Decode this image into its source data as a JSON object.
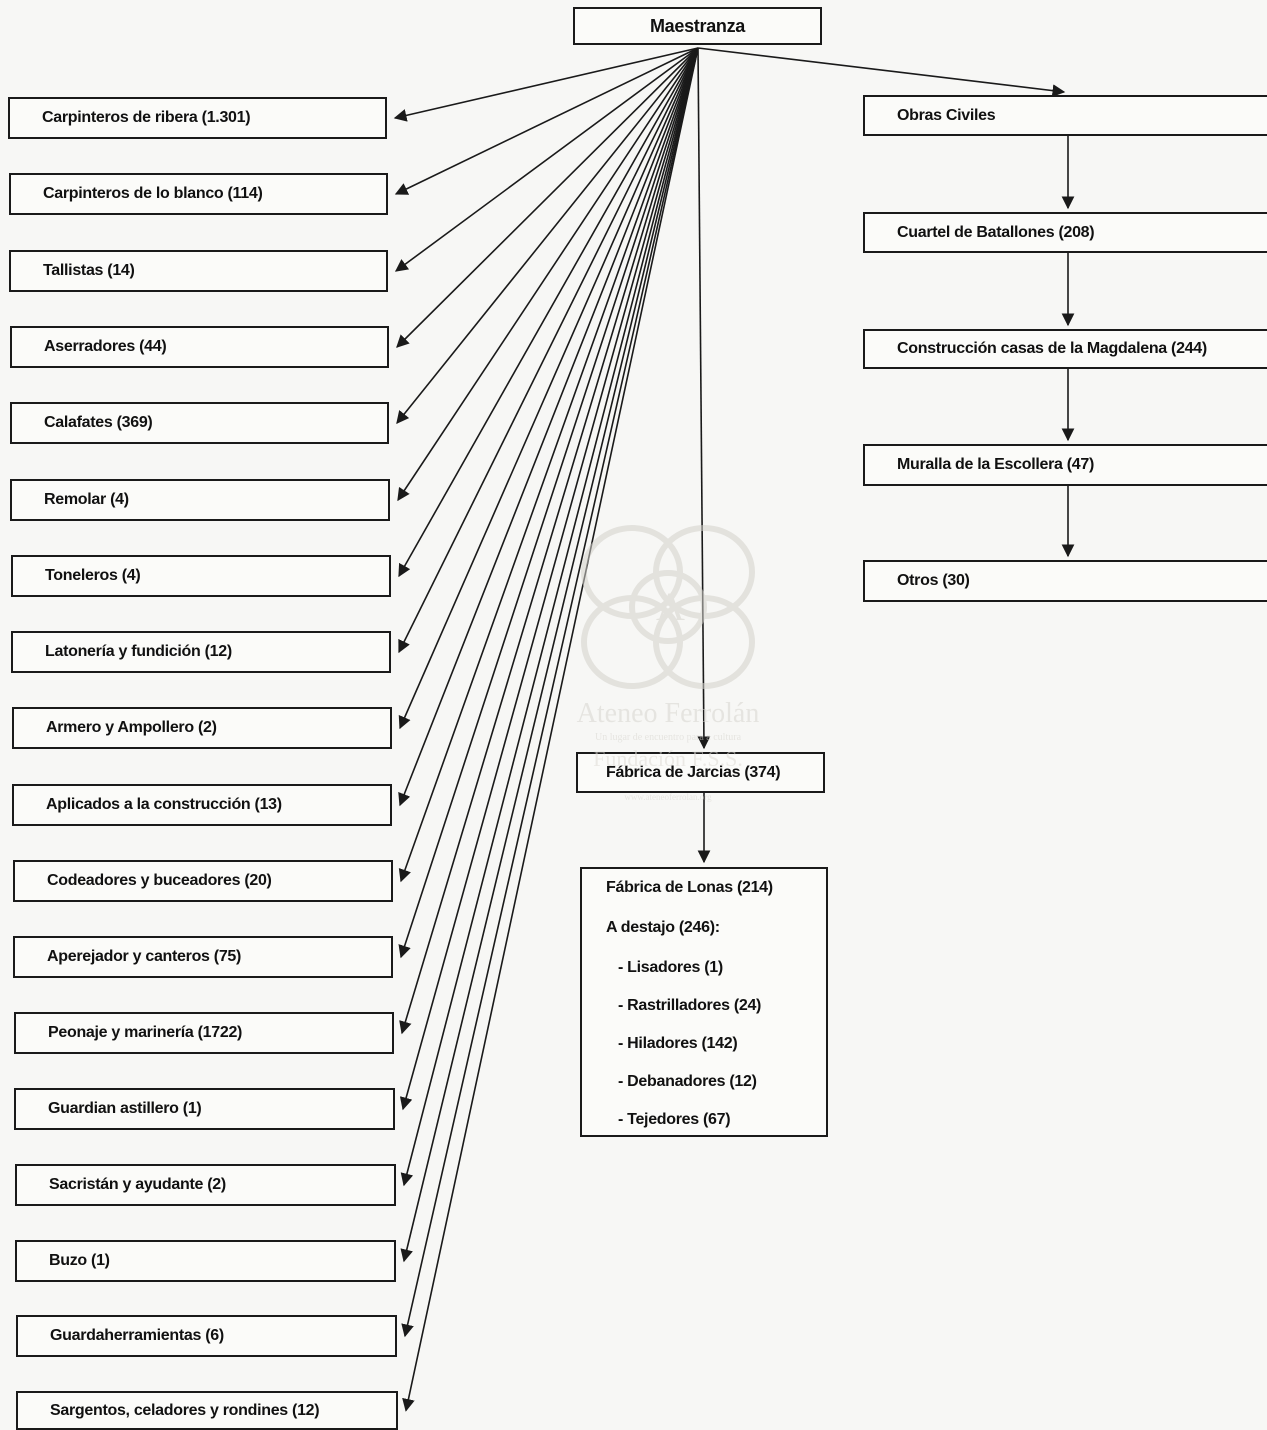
{
  "root": {
    "label": "Maestranza"
  },
  "left_items": [
    {
      "label": "Carpinteros de ribera (1.301)"
    },
    {
      "label": "Carpinteros de lo blanco (114)"
    },
    {
      "label": "Tallistas (14)"
    },
    {
      "label": "Aserradores (44)"
    },
    {
      "label": "Calafates (369)"
    },
    {
      "label": "Remolar (4)"
    },
    {
      "label": "Toneleros (4)"
    },
    {
      "label": "Latonería y fundición (12)"
    },
    {
      "label": "Armero y Ampollero (2)"
    },
    {
      "label": "Aplicados a la construcción (13)"
    },
    {
      "label": "Codeadores y buceadores (20)"
    },
    {
      "label": "Aperejador y canteros (75)"
    },
    {
      "label": "Peonaje y marinería (1722)"
    },
    {
      "label": "Guardian astillero (1)"
    },
    {
      "label": "Sacristán y ayudante (2)"
    },
    {
      "label": "Buzo (1)"
    },
    {
      "label": "Guardaherramientas (6)"
    },
    {
      "label": "Sargentos, celadores y rondines (12)"
    }
  ],
  "right_items": [
    {
      "label": "Obras Civiles"
    },
    {
      "label": "Cuartel de Batallones (208)"
    },
    {
      "label": "Construcción casas de la Magdalena (244)"
    },
    {
      "label": "Muralla de la Escollera (47)"
    },
    {
      "label": "Otros  (30)"
    }
  ],
  "center": {
    "jarcias": "Fábrica de Jarcias  (374)",
    "lonas_title": "Fábrica de Lonas (214)",
    "destajo": "A destajo  (246):",
    "sub_items": [
      "- Lisadores (1)",
      "- Rastrilladores (24)",
      "- Hiladores (142)",
      "- Debanadores (12)",
      "- Tejedores (67)"
    ]
  },
  "watermark": {
    "title": "Ateneo Ferrolán",
    "subtitle": "Un lugar de encuentro para a cultura",
    "line2": "Fundación F.S.S.",
    "url": "www.ateneoferrolan.org"
  }
}
